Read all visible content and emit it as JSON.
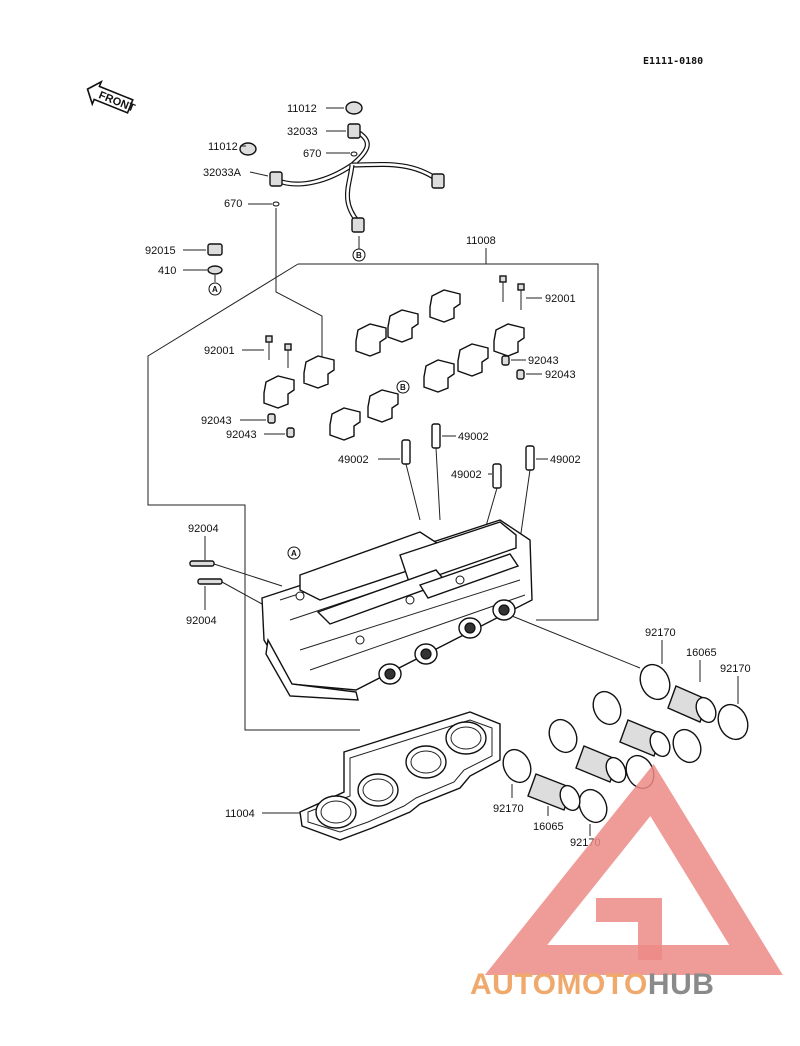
{
  "diagram_code": "E1111-0180",
  "front_label": "FRONT",
  "callouts": {
    "c11012_top": "11012",
    "c32033_top": "32033",
    "c670_top": "670",
    "c11012_left": "11012",
    "c32033a": "32033A",
    "c670_left": "670",
    "c92015": "92015",
    "c410": "410",
    "c11008": "11008",
    "c92001_right": "92001",
    "c92001_left": "92001",
    "c92043_r1": "92043",
    "c92043_r2": "92043",
    "c92043_l1": "92043",
    "c92043_l2": "92043",
    "c49002_a": "49002",
    "c49002_b": "49002",
    "c49002_c": "49002",
    "c49002_d": "49002",
    "c92004_top": "92004",
    "c92004_bot": "92004",
    "c92170_a": "92170",
    "c16065_a": "16065",
    "c92170_b": "92170",
    "c92170_c": "92170",
    "c16065_b": "16065",
    "c92170_d": "92170",
    "c11004": "11004"
  },
  "markers": {
    "a_left": "A",
    "a_head": "A",
    "b_pipe": "B",
    "b_cap": "B"
  },
  "watermark": {
    "part1": "AUTOMOTO",
    "part2": "HUB",
    "color_light": "#f2b880",
    "color_red": "#e8474a",
    "color_gray": "#8a8a8a"
  }
}
